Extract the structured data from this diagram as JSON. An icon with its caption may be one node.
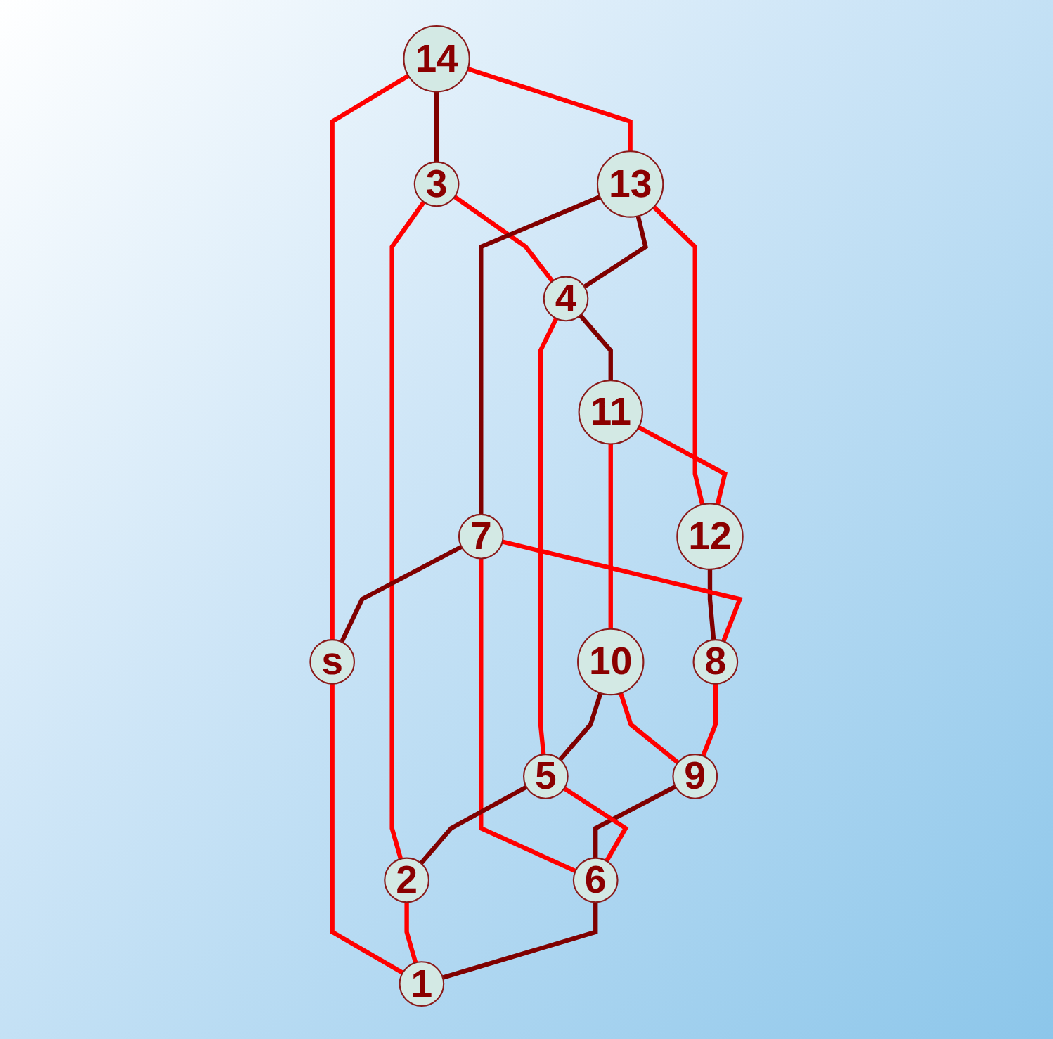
{
  "diagram": {
    "nodes": [
      {
        "text": [
          "14"
        ]
      },
      {
        "text": [
          "3"
        ]
      },
      {
        "text": [
          "13"
        ]
      },
      {
        "text": [
          "4"
        ]
      },
      {
        "text": [
          "11"
        ]
      },
      {
        "text": [
          "12"
        ]
      },
      {
        "text": [
          "10"
        ]
      },
      {
        "text": [
          "7"
        ]
      },
      {
        "text": [
          "5"
        ]
      },
      {
        "text": [
          "8"
        ]
      },
      {
        "text": [
          "9"
        ]
      },
      {
        "text": [
          "s"
        ]
      },
      {
        "text": [
          "2"
        ]
      },
      {
        "text": [
          "6"
        ]
      },
      {
        "text": [
          "1"
        ]
      }
    ],
    "edges": [
      {
        "from": 0,
        "to": 1,
        "arrow": "none",
        "color": "#800000"
      },
      {
        "from": 0,
        "to": 2,
        "arrow": "none"
      },
      {
        "from": 0,
        "to": 11,
        "arrow": "none"
      },
      {
        "from": 1,
        "to": 3,
        "arrow": "none"
      },
      {
        "from": 1,
        "to": 12,
        "arrow": "none"
      },
      {
        "from": 2,
        "to": 3,
        "arrow": "none",
        "color": "#800000"
      },
      {
        "from": 2,
        "to": 5,
        "arrow": "none"
      },
      {
        "from": 2,
        "to": 7,
        "arrow": "none",
        "color": "#800000"
      },
      {
        "from": 3,
        "to": 4,
        "arrow": "none",
        "color": "#800000"
      },
      {
        "from": 3,
        "to": 8,
        "arrow": "none"
      },
      {
        "from": 4,
        "to": 5,
        "arrow": "none"
      },
      {
        "from": 4,
        "to": 6,
        "arrow": "none"
      },
      {
        "from": 5,
        "to": 9,
        "arrow": "none",
        "color": "#800000"
      },
      {
        "from": 6,
        "to": 10,
        "arrow": "none"
      },
      {
        "from": 6,
        "to": 8,
        "arrow": "none",
        "color": "#800000"
      },
      {
        "from": 7,
        "to": 11,
        "arrow": "none",
        "color": "#800000"
      },
      {
        "from": 7,
        "to": 9,
        "arrow": "none"
      },
      {
        "from": 7,
        "to": 13,
        "arrow": "none"
      },
      {
        "from": 9,
        "to": 10,
        "arrow": "none"
      },
      {
        "from": 10,
        "to": 13,
        "arrow": "none",
        "color": "#800000"
      },
      {
        "from": 8,
        "to": 13,
        "arrow": "none"
      },
      {
        "from": 8,
        "to": 12,
        "arrow": "none",
        "color": "#800000"
      },
      {
        "from": 11,
        "to": 14,
        "arrow": "none"
      },
      {
        "from": 12,
        "to": 14,
        "arrow": "none"
      },
      {
        "from": 13,
        "to": 14,
        "arrow": "none",
        "color": "#800000"
      }
    ]
  }
}
